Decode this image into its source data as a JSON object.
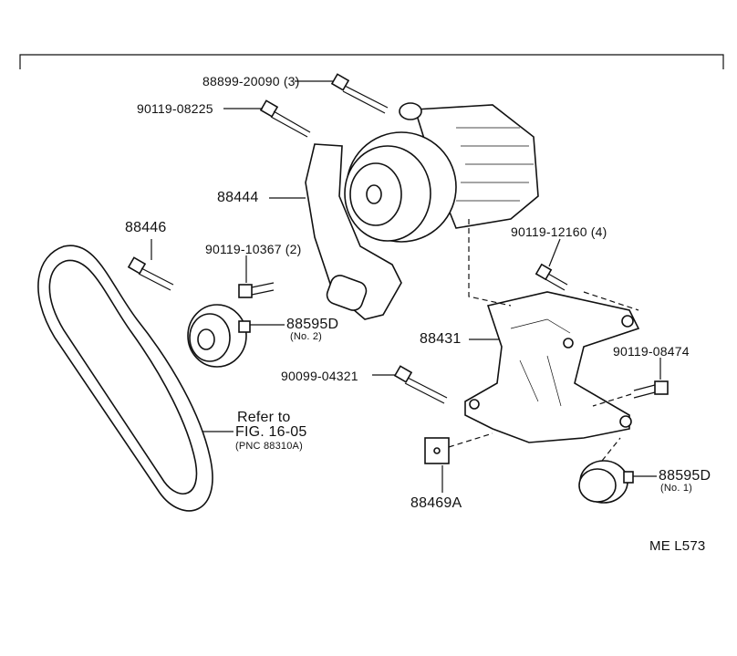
{
  "labels": {
    "p_88899": "88899-20090 (3)",
    "p_90119_08225": "90119-08225",
    "p_88444": "88444",
    "p_88446": "88446",
    "p_90119_10367": "90119-10367 (2)",
    "p_88595D_2": "88595D",
    "p_88595D_2_note": "(No. 2)",
    "p_90119_12160": "90119-12160 (4)",
    "p_88431": "88431",
    "p_90119_08474": "90119-08474",
    "p_90099_04321": "90099-04321",
    "refer_to": "Refer to",
    "refer_fig": "FIG. 16-05",
    "refer_pnc": "(PNC 88310A)",
    "p_88469A": "88469A",
    "p_88595D_1": "88595D",
    "p_88595D_1_note": "(No. 1)",
    "footer": "ME   L573"
  }
}
